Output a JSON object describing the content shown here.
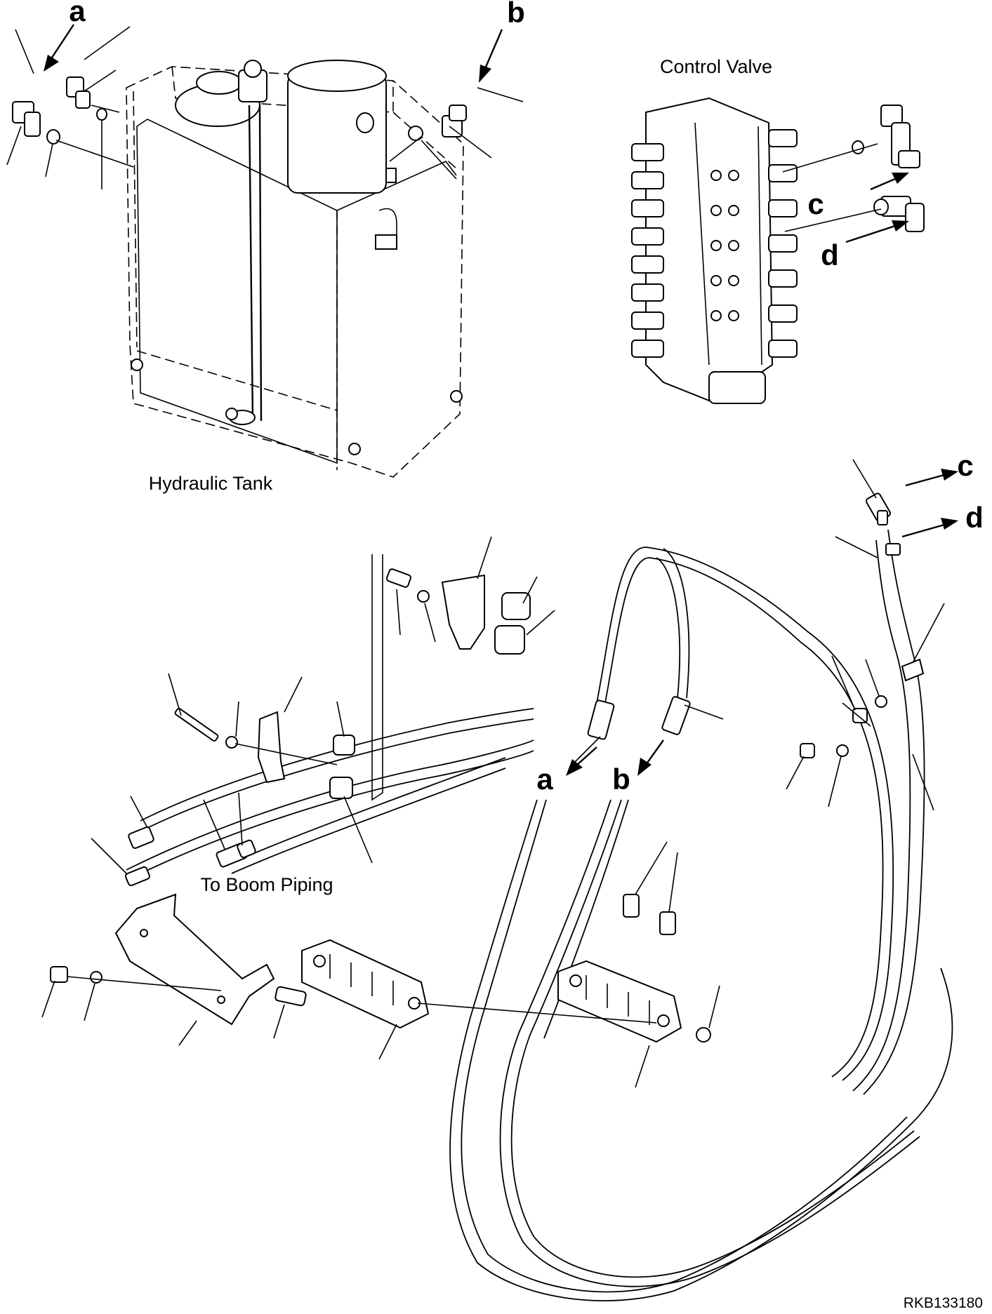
{
  "callouts": {
    "a_top": "a",
    "b_top": "b",
    "c_right": "c",
    "d_right": "d",
    "c_lower": "c",
    "d_lower": "d",
    "a_lower": "a",
    "b_lower": "b"
  },
  "captions": {
    "control_valve": "Control Valve",
    "hydraulic_tank": "Hydraulic Tank",
    "to_boom_piping": "To Boom Piping"
  },
  "drawing_code": "RKB133180"
}
